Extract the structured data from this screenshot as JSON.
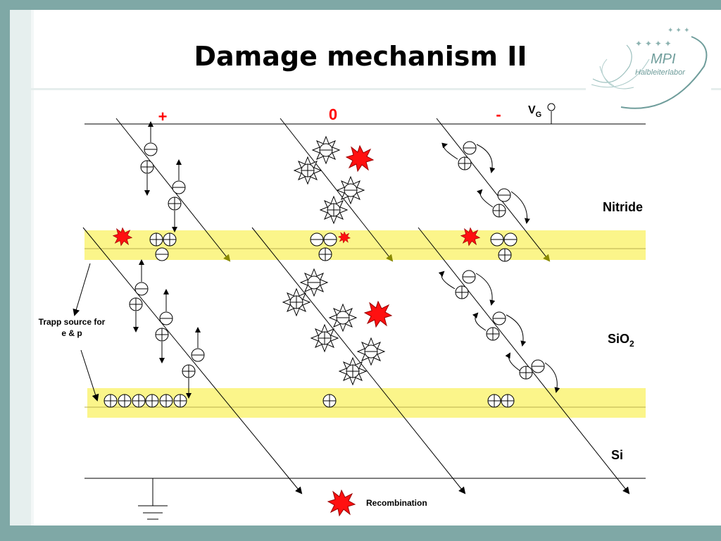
{
  "title": "Damage mechanism II",
  "logo": {
    "name": "MPI",
    "subtitle": "Halbleiterlabor"
  },
  "voltage": {
    "plus": "+",
    "zero": "0",
    "minus": "-",
    "vg_main": "V",
    "vg_sub": "G"
  },
  "layers": {
    "nitride": "Nitride",
    "sio2_main": "SiO",
    "sio2_sub": "2",
    "si": "Si"
  },
  "trap_label": [
    "Trapp source for",
    "e & p"
  ],
  "legend": {
    "recombination": "Recombination"
  },
  "colors": {
    "trap_band": "#fbf58a",
    "band_line": "#b8b04c",
    "arrowhead": "#8a8a00",
    "recombination": "#ff1010",
    "outer": "#7fa8a6"
  }
}
